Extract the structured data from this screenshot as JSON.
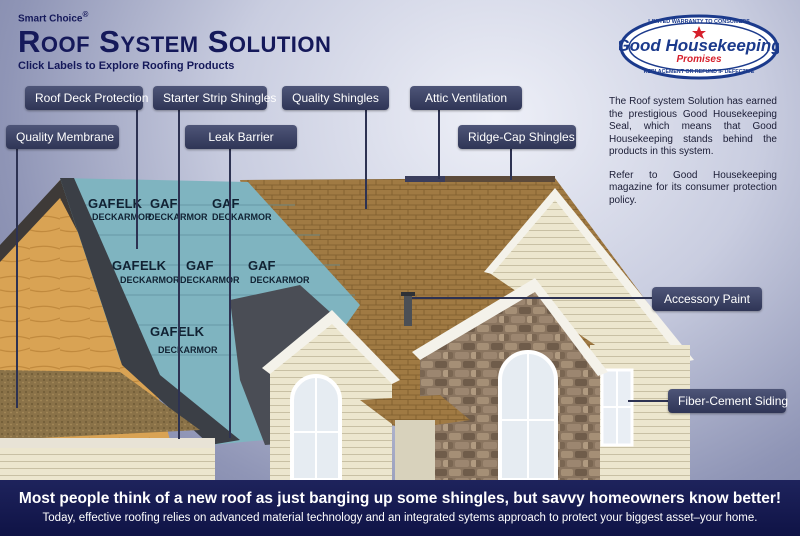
{
  "header": {
    "smart_choice": "Smart Choice",
    "registered_mark": "®",
    "title": "Roof System Solution",
    "subtitle": "Click Labels to Explore Roofing Products"
  },
  "labels": {
    "roof_deck_protection": "Roof Deck Protection",
    "starter_strip_shingles": "Starter Strip Shingles",
    "quality_shingles": "Quality Shingles",
    "attic_ventilation": "Attic Ventilation",
    "quality_membrane": "Quality Membrane",
    "leak_barrier": "Leak Barrier",
    "ridge_cap_shingles": "Ridge-Cap Shingles",
    "accessory_paint": "Accessory Paint",
    "fiber_cement_siding": "Fiber-Cement Siding"
  },
  "seal": {
    "top_text": "LIMITED WARRANTY TO CONSUMERS",
    "name": "Good Housekeeping",
    "promises": "Promises",
    "bottom_text": "REPLACEMENT OR REFUND IF DEFECTIVE"
  },
  "info": {
    "paragraph_1": "The Roof system Solution has earned the prestigious Good Housekeeping Seal, which means that Good Housekeeping stands behind the products in this system.",
    "paragraph_2": "Refer to Good Housekeeping magazine for its consumer protection policy."
  },
  "deck_print": {
    "brand": "GAF",
    "brand2": "ELK",
    "product": "DECKARMOR"
  },
  "footer": {
    "headline": "Most people think of a new roof as just banging up some shingles, but savvy homeowners know better!",
    "tagline": "Today, effective roofing relies on advanced material technology and an integrated sytems approach to protect your biggest asset–your home."
  },
  "colors": {
    "navy": "#15195a",
    "label_bg": "#3a4066",
    "shingle": "#a07a43",
    "membrane": "#7fb4c0",
    "siding": "#ebe5cc",
    "stone": "#8a7560",
    "footer_bg": "#141850"
  }
}
